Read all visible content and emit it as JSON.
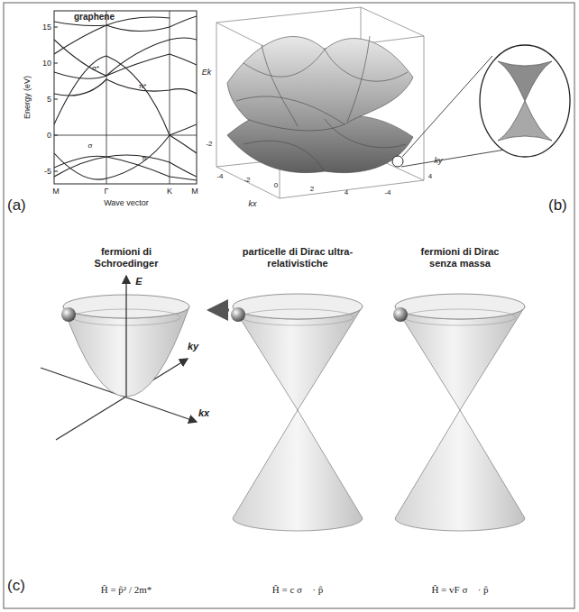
{
  "diagram": {
    "labels": [
      "(a)",
      "(b)",
      "(c)",
      "graphene",
      "Energy (eV)",
      "15",
      "10",
      "5",
      "0",
      "-5",
      "M",
      "Γ",
      "K",
      "M",
      "Wave vector",
      "σ*",
      "π*",
      "σ",
      "π",
      "Ek",
      "kx",
      "ky",
      "-4",
      "-2",
      "0",
      "2",
      "4",
      "4",
      "-4",
      "-2",
      "fermioni di Schroedinger",
      "particelle di Dirac ultra-relativistiche",
      "fermioni di Dirac senza massa",
      "E",
      "ky",
      "kx",
      "Ĥ = p̂² / 2m*",
      "Ĥ = c σ⃗ · p̂",
      "Ĥ = vF σ⃗ · p̂"
    ]
  }
}
